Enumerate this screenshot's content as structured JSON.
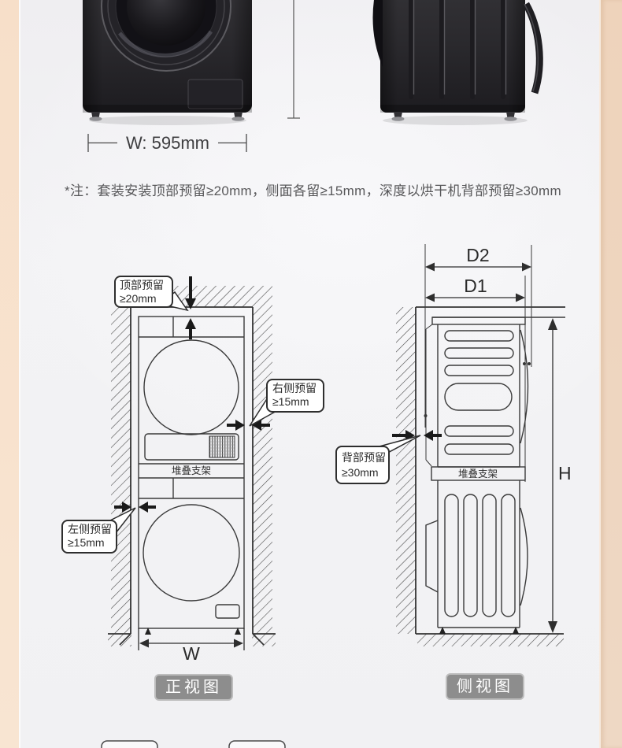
{
  "note": {
    "text": "*注：套装安装顶部预留≥20mm，侧面各留≥15mm，深度以烘干机背部预留≥30mm"
  },
  "photos": {
    "width_dimension": "W: 595mm"
  },
  "front_view": {
    "badge": "正视图",
    "top_callout_line1": "顶部预留",
    "top_callout_line2": "≥20mm",
    "right_callout_line1": "右侧预留",
    "right_callout_line2": "≥15mm",
    "left_callout_line1": "左侧预留",
    "left_callout_line2": "≥15mm",
    "bracket_label": "堆叠支架",
    "width_label": "W"
  },
  "side_view": {
    "badge": "侧视图",
    "back_callout_line1": "背部预留",
    "back_callout_line2": "≥30mm",
    "bracket_label": "堆叠支架",
    "d2_label": "D2",
    "d1_label": "D1",
    "height_label": "H"
  },
  "colors": {
    "accent_band_left": "#f7e1cc",
    "accent_band_right": "#eed6c0",
    "diagram_line": "#3a3a3a",
    "badge_background": "#8d8d8d",
    "note_text": "#58585a",
    "machine_body_dark": "#2a292d"
  }
}
